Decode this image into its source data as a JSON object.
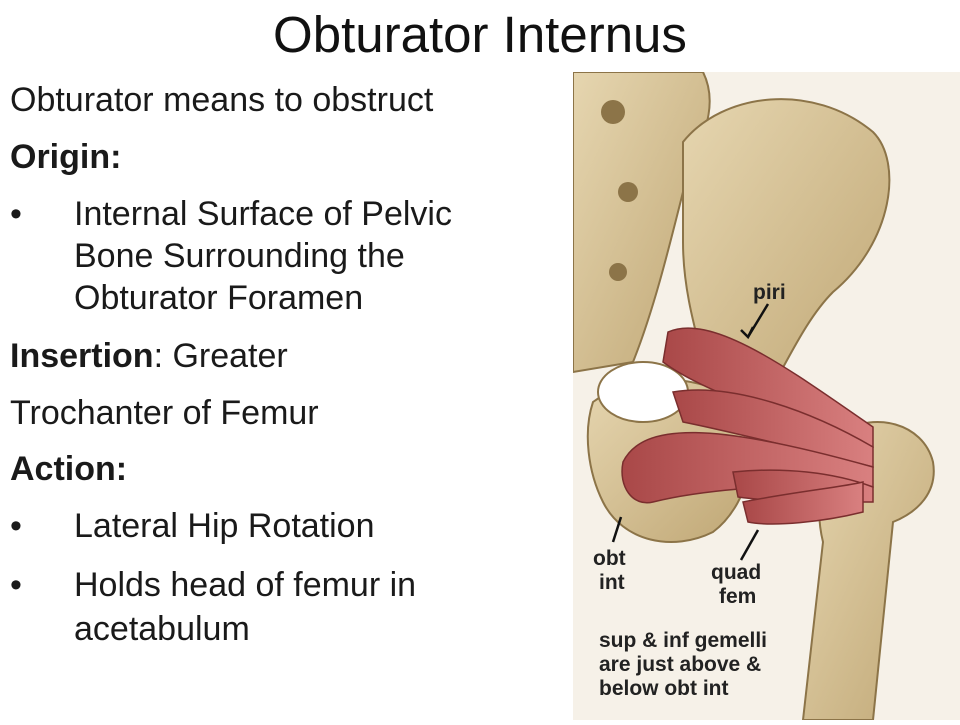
{
  "title": "Obturator Internus",
  "intro": "Obturator means to obstruct",
  "origin": {
    "heading": "Origin:",
    "bullets": [
      [
        "Internal Surface of Pelvic",
        "Bone Surrounding the",
        "Obturator Foramen"
      ]
    ]
  },
  "insertion": {
    "heading": "Insertion",
    "text_rest": ": Greater",
    "text_line2": "Trochanter of Femur"
  },
  "action": {
    "heading": "Action:",
    "bullets": [
      [
        "Lateral Hip Rotation"
      ],
      [
        "Holds head of femur in",
        "acetabulum"
      ]
    ]
  },
  "bullet_char": "•",
  "figure": {
    "labels": {
      "piri": "piri",
      "obt_int_1": "obt",
      "obt_int_2": "int",
      "quad_fem_1": "quad",
      "quad_fem_2": "fem",
      "note_1": "sup & inf gemelli",
      "note_2": "are just above &",
      "note_3": "below obt int"
    }
  },
  "colors": {
    "bone": "#d8c49a",
    "bone_shadow": "#a88f5f",
    "muscle": "#c96565",
    "muscle_dark": "#9c3b3b"
  }
}
